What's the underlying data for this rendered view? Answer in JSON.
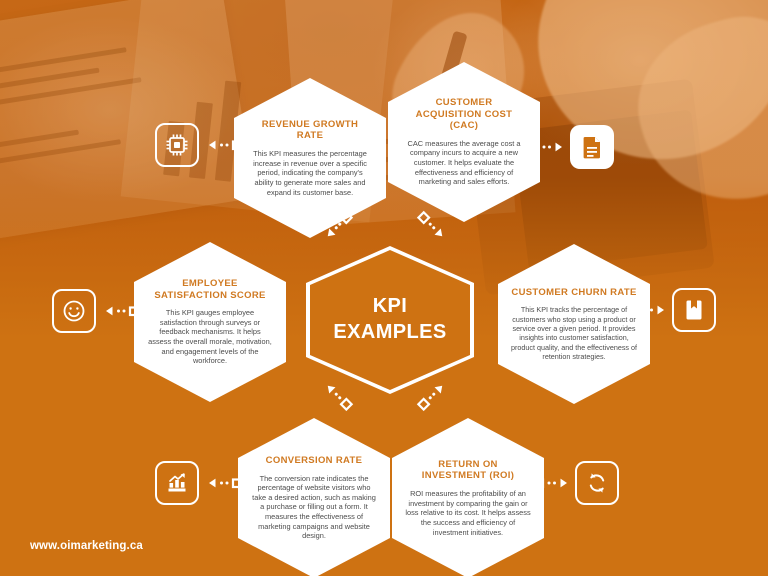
{
  "theme": {
    "background_color": "#CE7212",
    "card_color": "#FFFFFF",
    "title_color": "#D07A22",
    "body_text_color": "#4C4C4C",
    "accent_white": "#FFFFFF"
  },
  "center": {
    "label_line1": "KPI",
    "label_line2": "EXAMPLES"
  },
  "cards": [
    {
      "id": "revenue-growth-rate",
      "title": "REVENUE GROWTH RATE",
      "body": "This KPI measures the percentage increase in revenue over a specific period, indicating the company's ability to generate more sales and expand its customer base.",
      "icon": "chip-icon",
      "icon_style": "outline",
      "connector_direction": "left"
    },
    {
      "id": "customer-acquisition-cost",
      "title": "CUSTOMER ACQUISITION COST (CAC)",
      "body": "CAC measures the average cost a company incurs to acquire a new customer. It helps evaluate the effectiveness and efficiency of marketing and sales efforts.",
      "icon": "document-icon",
      "icon_style": "solid",
      "connector_direction": "right"
    },
    {
      "id": "employee-satisfaction-score",
      "title": "EMPLOYEE SATISFACTION SCORE",
      "body": "This KPI gauges employee satisfaction through surveys or feedback mechanisms. It helps assess the overall morale, motivation, and engagement levels of the workforce.",
      "icon": "smiley-icon",
      "icon_style": "outline",
      "connector_direction": "left"
    },
    {
      "id": "customer-churn-rate",
      "title": "CUSTOMER CHURN RATE",
      "body": "This KPI tracks the percentage of customers who stop using a product or service over a given period. It provides insights into customer satisfaction, product quality, and the effectiveness of retention strategies.",
      "icon": "book-icon",
      "icon_style": "outline",
      "connector_direction": "right"
    },
    {
      "id": "conversion-rate",
      "title": "CONVERSION RATE",
      "body": "The conversion rate indicates the percentage of website visitors who take a desired action, such as making a purchase or filling out a form. It measures the effectiveness of marketing campaigns and website design.",
      "icon": "chart-growth-icon",
      "icon_style": "outline",
      "connector_direction": "left"
    },
    {
      "id": "return-on-investment",
      "title": "RETURN ON INVESTMENT (ROI)",
      "body": "ROI measures the profitability of an investment by comparing the gain or loss relative to its cost. It helps assess the success and efficiency of investment initiatives.",
      "icon": "cycle-icon",
      "icon_style": "outline",
      "connector_direction": "right"
    }
  ],
  "footer": {
    "url": "www.oimarketing.ca"
  }
}
